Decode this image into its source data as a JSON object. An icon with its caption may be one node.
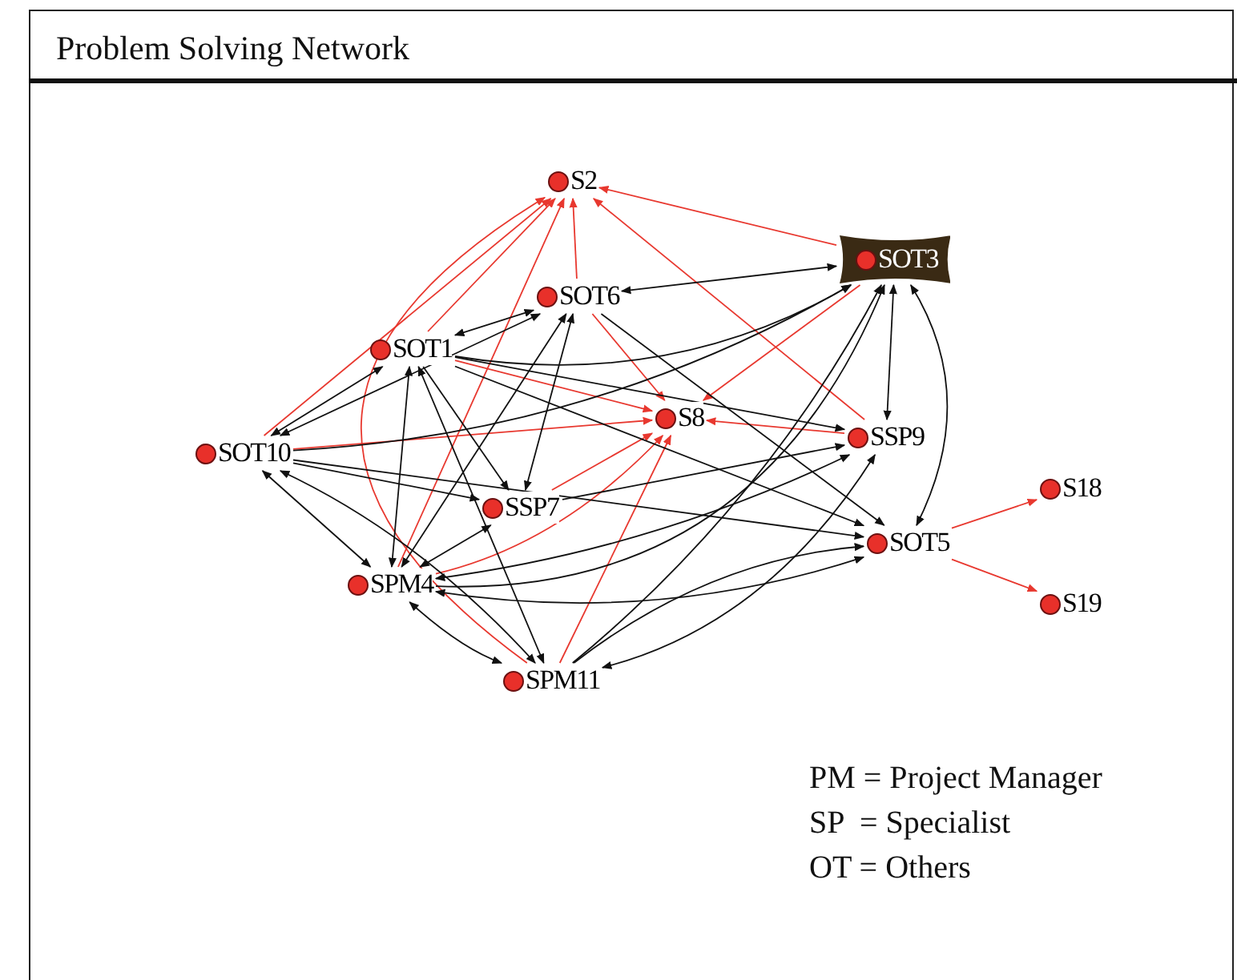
{
  "diagram": {
    "title": "Problem Solving Network",
    "nodes": [
      {
        "text": [
          "S2"
        ]
      },
      {
        "text": [
          "SOT3"
        ]
      },
      {
        "text": [
          "SOT6"
        ]
      },
      {
        "text": [
          "SOT1"
        ]
      },
      {
        "text": [
          "S8"
        ]
      },
      {
        "text": [
          "SSP9"
        ]
      },
      {
        "text": [
          "SOT10"
        ]
      },
      {
        "text": [
          "SSP7"
        ]
      },
      {
        "text": [
          "SOT5"
        ]
      },
      {
        "text": [
          "S18"
        ]
      },
      {
        "text": [
          "SPM4"
        ]
      },
      {
        "text": [
          "S19"
        ]
      },
      {
        "text": [
          "SPM11"
        ]
      }
    ],
    "edges": [
      {
        "from": 6,
        "to": 0,
        "arrow": "to",
        "color": "#e8382f"
      },
      {
        "from": 3,
        "to": 0,
        "arrow": "to",
        "color": "#e8382f"
      },
      {
        "from": 2,
        "to": 0,
        "arrow": "to",
        "color": "#e8382f"
      },
      {
        "from": 1,
        "to": 0,
        "arrow": "to",
        "color": "#e8382f"
      },
      {
        "from": 5,
        "to": 0,
        "arrow": "to",
        "color": "#e8382f"
      },
      {
        "from": 10,
        "to": 0,
        "arrow": "to",
        "color": "#e8382f"
      },
      {
        "from": 12,
        "to": 0,
        "arrow": "to",
        "color": "#e8382f"
      },
      {
        "from": 2,
        "to": 4,
        "arrow": "to",
        "color": "#e8382f"
      },
      {
        "from": 3,
        "to": 4,
        "arrow": "to",
        "color": "#e8382f"
      },
      {
        "from": 6,
        "to": 4,
        "arrow": "to",
        "color": "#e8382f"
      },
      {
        "from": 1,
        "to": 4,
        "arrow": "to",
        "color": "#e8382f"
      },
      {
        "from": 5,
        "to": 4,
        "arrow": "to",
        "color": "#e8382f"
      },
      {
        "from": 7,
        "to": 4,
        "arrow": "to",
        "color": "#e8382f"
      },
      {
        "from": 10,
        "to": 4,
        "arrow": "to",
        "color": "#e8382f"
      },
      {
        "from": 12,
        "to": 4,
        "arrow": "to",
        "color": "#e8382f"
      },
      {
        "from": 8,
        "to": 9,
        "arrow": "to",
        "color": "#e8382f"
      },
      {
        "from": 8,
        "to": 11,
        "arrow": "to",
        "color": "#e8382f"
      },
      {
        "from": 2,
        "to": 1,
        "arrow": "both"
      },
      {
        "from": 3,
        "to": 1,
        "arrow": "to"
      },
      {
        "from": 6,
        "to": 1,
        "arrow": "to"
      },
      {
        "from": 5,
        "to": 1,
        "arrow": "both"
      },
      {
        "from": 8,
        "to": 1,
        "arrow": "both"
      },
      {
        "from": 10,
        "to": 1,
        "arrow": "to"
      },
      {
        "from": 12,
        "to": 1,
        "arrow": "to"
      },
      {
        "from": 3,
        "to": 2,
        "arrow": "both"
      },
      {
        "from": 6,
        "to": 3,
        "arrow": "both"
      },
      {
        "from": 6,
        "to": 2,
        "arrow": "both"
      },
      {
        "from": 3,
        "to": 5,
        "arrow": "to"
      },
      {
        "from": 3,
        "to": 8,
        "arrow": "to"
      },
      {
        "from": 3,
        "to": 10,
        "arrow": "both"
      },
      {
        "from": 3,
        "to": 12,
        "arrow": "both"
      },
      {
        "from": 3,
        "to": 7,
        "arrow": "to"
      },
      {
        "from": 2,
        "to": 8,
        "arrow": "to"
      },
      {
        "from": 2,
        "to": 7,
        "arrow": "both"
      },
      {
        "from": 2,
        "to": 10,
        "arrow": "both"
      },
      {
        "from": 6,
        "to": 7,
        "arrow": "to"
      },
      {
        "from": 6,
        "to": 10,
        "arrow": "both"
      },
      {
        "from": 6,
        "to": 12,
        "arrow": "both"
      },
      {
        "from": 6,
        "to": 8,
        "arrow": "to"
      },
      {
        "from": 7,
        "to": 10,
        "arrow": "both"
      },
      {
        "from": 7,
        "to": 5,
        "arrow": "to"
      },
      {
        "from": 10,
        "to": 12,
        "arrow": "both"
      },
      {
        "from": 10,
        "to": 5,
        "arrow": "both"
      },
      {
        "from": 10,
        "to": 8,
        "arrow": "both"
      },
      {
        "from": 12,
        "to": 5,
        "arrow": "both"
      },
      {
        "from": 12,
        "to": 8,
        "arrow": "to"
      }
    ],
    "labels": [
      "PM = Project Manager",
      "SP  = Specialist",
      "OT = Others"
    ]
  }
}
